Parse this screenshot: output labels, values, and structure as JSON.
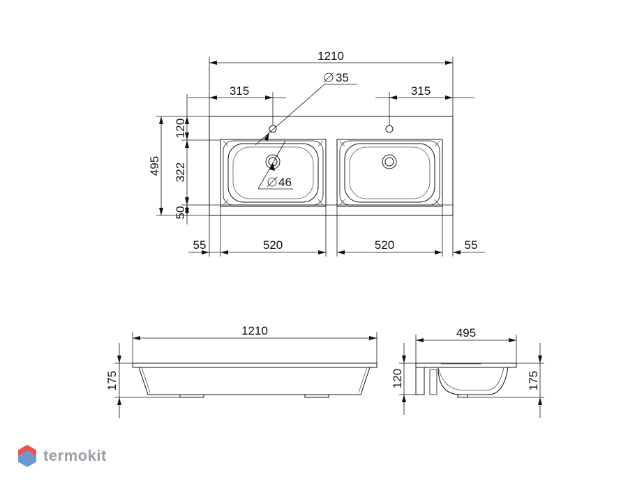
{
  "brand": {
    "name": "termokit",
    "colors": {
      "text": "#9aa0a6",
      "red": "#e8554e",
      "blue": "#4f86c6"
    }
  },
  "top_view": {
    "overall_width": "1210",
    "tap_offset_left": "315",
    "tap_offset_right": "315",
    "tap_hole_diameter": "35",
    "drain_diameter": "46",
    "overall_depth": "495",
    "tap_row_depth": "120",
    "bowl_depth": "322",
    "front_rim": "50",
    "side_margin_left": "55",
    "bowl_width_left": "520",
    "bowl_width_right": "520",
    "side_margin_right": "55"
  },
  "front_view": {
    "width": "1210",
    "height": "175"
  },
  "side_view": {
    "depth": "495",
    "bowl_height": "120",
    "height": "175"
  }
}
